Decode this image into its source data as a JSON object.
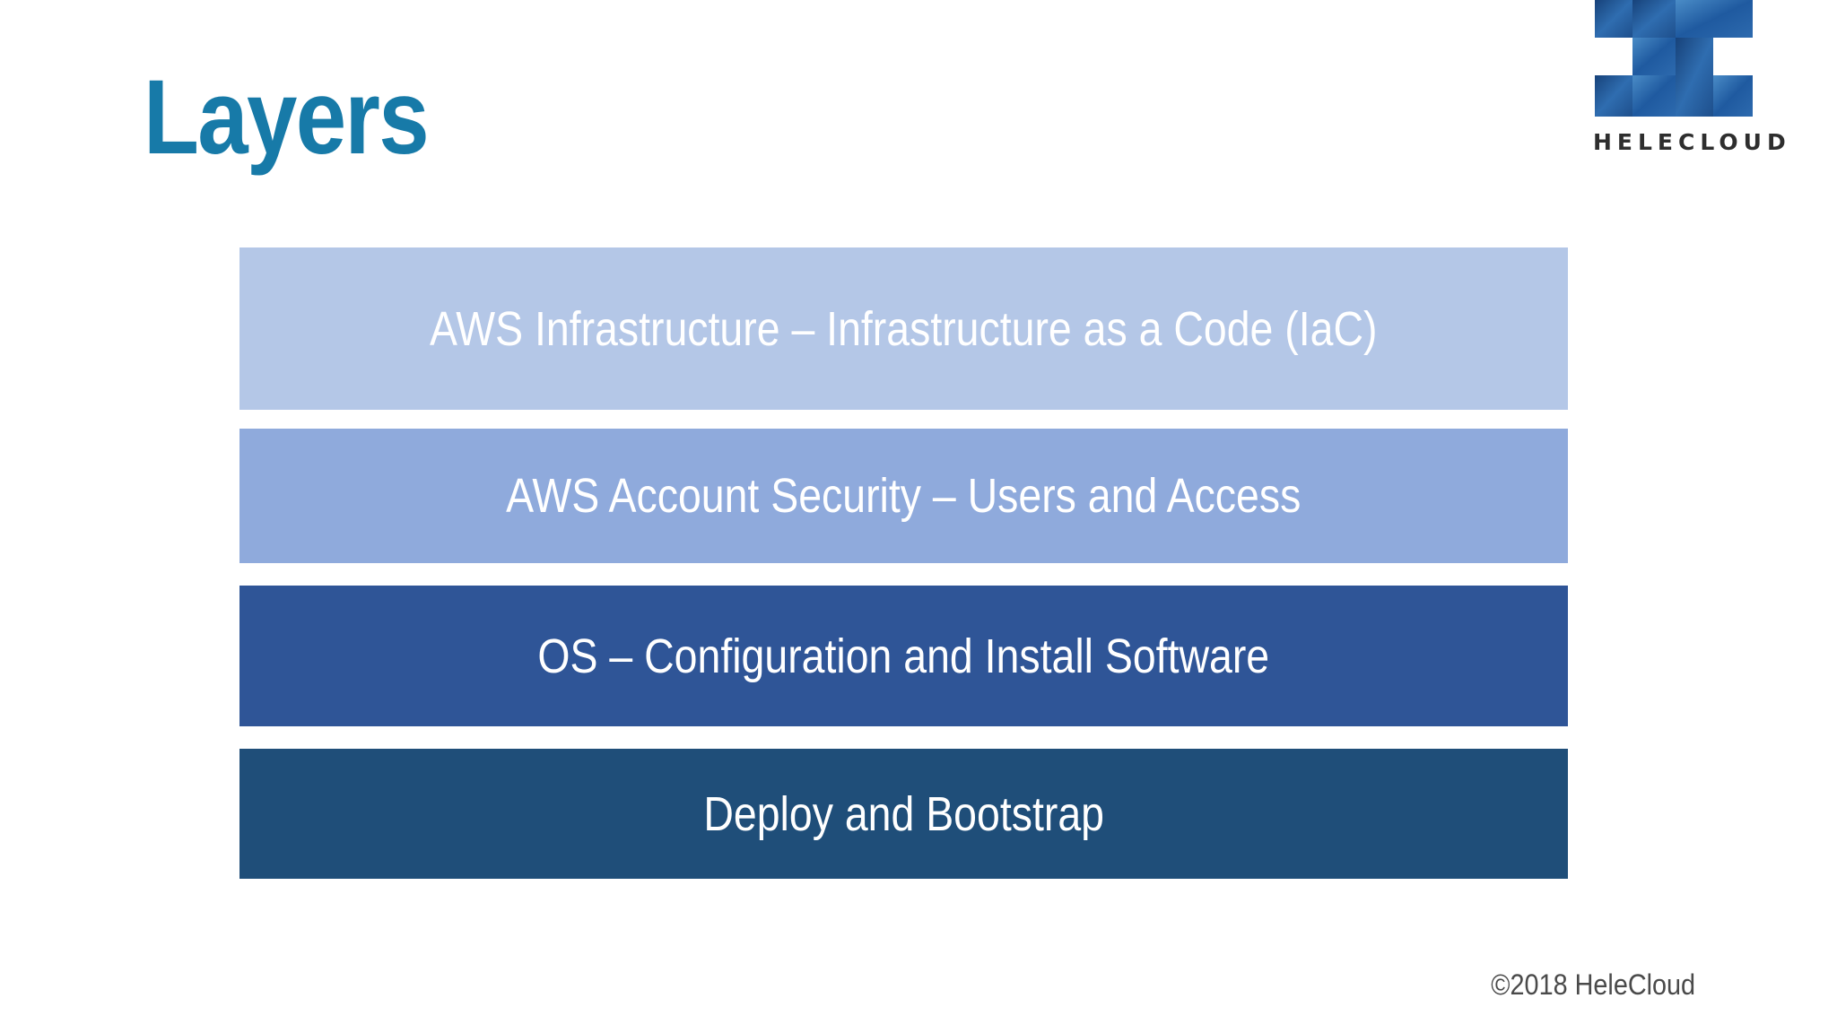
{
  "slide": {
    "title": "Layers",
    "footer": "©2018 HeleCloud"
  },
  "logo": {
    "wordmark": "HELECLOUD",
    "icon": "helecloud-logo-icon",
    "colors": [
      "#1e4f8c",
      "#2f6db0",
      "#4a8cc7"
    ]
  },
  "layers": [
    {
      "label": "AWS Infrastructure – Infrastructure as a Code (IaC)",
      "color": "#b4c7e7"
    },
    {
      "label": "AWS Account Security – Users and Access",
      "color": "#8faadc"
    },
    {
      "label": "OS – Configuration and Install Software",
      "color": "#2f5597"
    },
    {
      "label": "Deploy and Bootstrap",
      "color": "#1f4e79"
    }
  ],
  "colors": {
    "title": "#177aa8",
    "layer_text": "#ffffff"
  }
}
